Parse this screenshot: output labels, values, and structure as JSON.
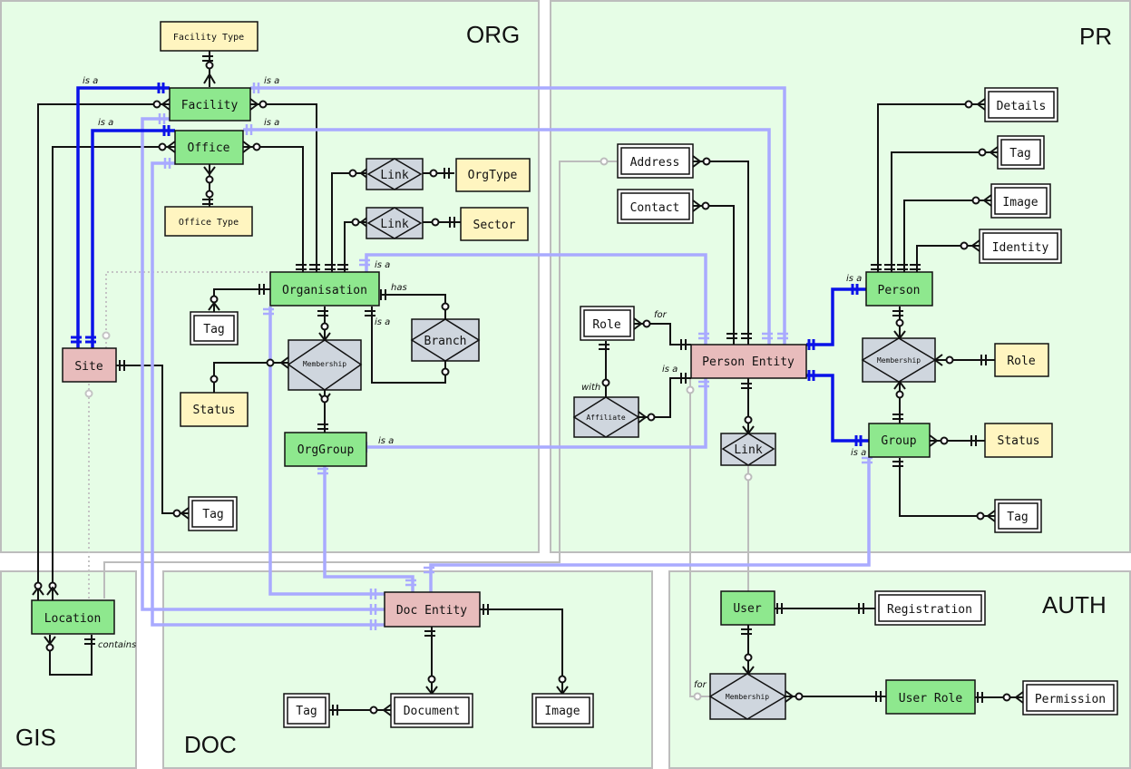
{
  "zones": {
    "org": "ORG",
    "pr": "PR",
    "gis": "GIS",
    "doc": "DOC",
    "auth": "AUTH"
  },
  "colors": {
    "zone_fill": "#e6fde6",
    "entity_green": "#8ee88e",
    "entity_pink": "#e8bcbc",
    "lookup_yellow": "#fff5c0",
    "relation_gray": "#cfd6de",
    "link_blue": "#a9aaff",
    "link_dark_blue": "#0a12e8"
  },
  "entities": {
    "facility_type": "Facility Type",
    "facility": "Facility",
    "office": "Office",
    "office_type": "Office Type",
    "link_orgtype": "Link",
    "orgtype": "OrgType",
    "link_sector": "Link",
    "sector": "Sector",
    "organisation": "Organisation",
    "tag_org": "Tag",
    "branch": "Branch",
    "membership_org": "Membership",
    "status_org": "Status",
    "orggroup": "OrgGroup",
    "site": "Site",
    "tag_site": "Tag",
    "address": "Address",
    "contact": "Contact",
    "role_pr": "Role",
    "person_entity": "Person Entity",
    "affiliate": "Affiliate",
    "link_pr": "Link",
    "details": "Details",
    "tag_person": "Tag",
    "image_person": "Image",
    "identity": "Identity",
    "person": "Person",
    "membership_pr": "Membership",
    "role_group": "Role",
    "group": "Group",
    "status_group": "Status",
    "tag_group": "Tag",
    "location": "Location",
    "doc_entity": "Doc Entity",
    "tag_doc": "Tag",
    "document": "Document",
    "image_doc": "Image",
    "user": "User",
    "registration": "Registration",
    "membership_auth": "Membership",
    "user_role": "User Role",
    "permission": "Permission"
  },
  "captions": {
    "isa_facility_left": "is a",
    "isa_facility_right": "is a",
    "isa_office_left": "is a",
    "isa_office_right": "is a",
    "has": "has",
    "isa_branch": "is a",
    "isa_org_top": "is a",
    "isa_orggroup": "is a",
    "for_role": "for",
    "with_affiliate": "with",
    "isa_pe": "is a",
    "isa_person": "is a",
    "isa_group": "is a",
    "contains": "contains",
    "for_auth": "for"
  }
}
